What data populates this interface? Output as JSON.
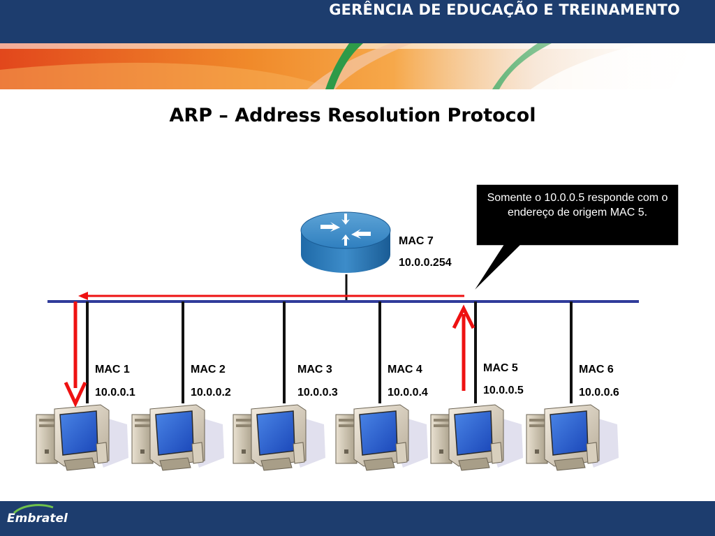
{
  "header": {
    "title": "GERÊNCIA DE EDUCAÇÃO E TREINAMENTO"
  },
  "slide": {
    "title": "ARP – Address Resolution Protocol"
  },
  "router": {
    "mac": "MAC 7",
    "ip": "10.0.0.254"
  },
  "hosts": [
    {
      "mac": "MAC 1",
      "ip": "10.0.0.1"
    },
    {
      "mac": "MAC 2",
      "ip": "10.0.0.2"
    },
    {
      "mac": "MAC 3",
      "ip": "10.0.0.3"
    },
    {
      "mac": "MAC 4",
      "ip": "10.0.0.4"
    },
    {
      "mac": "MAC 5",
      "ip": "10.0.0.5"
    },
    {
      "mac": "MAC 6",
      "ip": "10.0.0.6"
    }
  ],
  "callout": {
    "text": "Somente o 10.0.0.5 responde com o endereço de origem MAC 5."
  },
  "footer": {
    "logo": "Embratel"
  },
  "colors": {
    "header_blue": "#1d3d6e",
    "bus": "#303c9a",
    "arrow_red": "#ee1111",
    "accent_orange": "#e8731f",
    "accent_green": "#2e9a48"
  },
  "icons": {
    "router": "router-icon",
    "computer": "computer-icon"
  }
}
